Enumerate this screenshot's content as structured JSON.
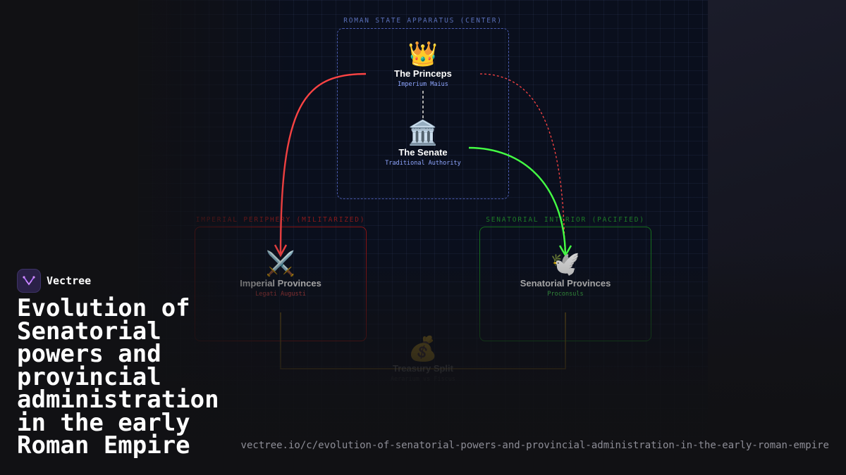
{
  "brand": {
    "name": "Vectree"
  },
  "headline": "Evolution of Senatorial powers and provincial administration in the early Roman Empire",
  "url": "vectree.io/c/evolution-of-senatorial-powers-and-provincial-administration-in-the-early-roman-empire",
  "colors": {
    "center": "#5a6fd0",
    "imperial": "#cc1f1f",
    "senatorial": "#1f9a2a",
    "red_arrow": "#ff4444",
    "green_arrow": "#44ff44",
    "treasury_line": "#8a6a1a"
  },
  "diagram": {
    "groups": {
      "center": {
        "label": "ROMAN STATE APPARATUS (CENTER)"
      },
      "imperial": {
        "label": "IMPERIAL PERIPHERY (MILITARIZED)"
      },
      "senatorial": {
        "label": "SENATORIAL INTERIOR (PACIFIED)"
      }
    },
    "nodes": {
      "princeps": {
        "icon": "crown-icon",
        "emoji": "👑",
        "title": "The Princeps",
        "subtitle": "Imperium Maius"
      },
      "senate": {
        "icon": "classical-building-icon",
        "emoji": "🏛️",
        "title": "The Senate",
        "subtitle": "Traditional Authority"
      },
      "imperial": {
        "icon": "crossed-swords-icon",
        "emoji": "⚔️",
        "title": "Imperial Provinces",
        "subtitle": "Legati Augusti"
      },
      "senatorial": {
        "icon": "dove-icon",
        "emoji": "🕊️",
        "title": "Senatorial Provinces",
        "subtitle": "Proconsuls"
      },
      "treasury": {
        "icon": "money-bag-icon",
        "emoji": "💰",
        "title": "Treasury Split",
        "subtitle": "Aerarium vs Fiscus"
      }
    }
  }
}
